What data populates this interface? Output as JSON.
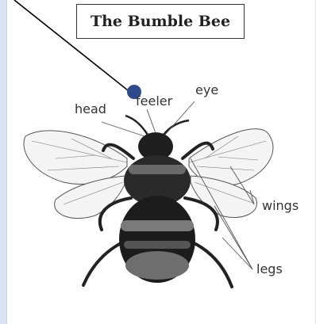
{
  "diagram": {
    "title": "The Bumble Bee",
    "labels": {
      "head": "head",
      "feeler": "feeler",
      "eye": "eye",
      "wings": "wings",
      "legs": "legs"
    }
  },
  "colors": {
    "background": "#d9e2f3",
    "marker": "#2f4a8a",
    "pointer_line": "#000000"
  }
}
